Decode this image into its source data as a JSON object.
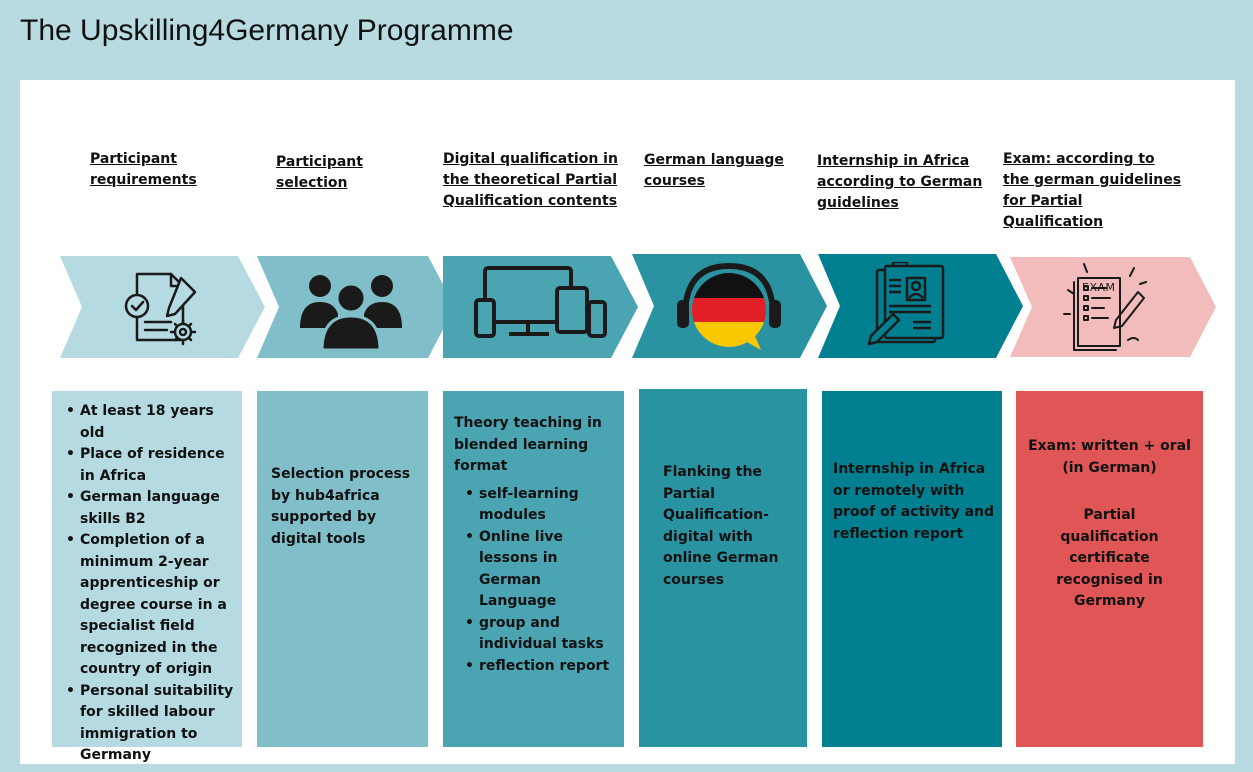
{
  "title": "The Upskilling4Germany Programme",
  "colors": {
    "background": "#b8dbe2",
    "stage1": "#b5dae2",
    "stage2": "#80bec9",
    "stage3": "#4aa4b2",
    "stage4": "#2a93a2",
    "stage5": "#007f90",
    "stage6_arrow": "#f3bcbc",
    "stage6_box": "#e05555"
  },
  "stages": [
    {
      "heading": "Participant\nrequirements",
      "icon": "document-check-gear-icon",
      "bullets": [
        "At least 18 years old",
        "Place of residence in Africa",
        "German language skills B2",
        "Completion of a minimum 2-year apprenticeship or degree course in a specialist field recognized in the country of origin",
        "Personal suitability for skilled labour immigration to Germany"
      ]
    },
    {
      "heading": "Participant\nselection",
      "icon": "group-people-icon",
      "text": "Selection process by hub4africa supported by digital tools"
    },
    {
      "heading": "Digital qualification in the theoretical Partial Qualification contents",
      "icon": "devices-icon",
      "intro": "Theory teaching in blended learning format",
      "bullets": [
        "self-learning modules",
        "Online live lessons in German Language",
        "group and individual tasks",
        "reflection report"
      ]
    },
    {
      "heading": "German language\ncourses",
      "icon": "headphones-german-flag-icon",
      "text": "Flanking the Partial Qualification-digital with online German courses"
    },
    {
      "heading": "Internship in Africa according to German guidelines",
      "icon": "clipboard-profile-icon",
      "text": "Internship in Africa or remotely with proof of activity and reflection report"
    },
    {
      "heading": "Exam: according to the german guidelines for Partial Qualification",
      "icon": "exam-checklist-icon",
      "icon_label": "EXAM",
      "text1": "Exam: written + oral (in German)",
      "text2": "Partial qualification certificate recognised in Germany"
    }
  ]
}
